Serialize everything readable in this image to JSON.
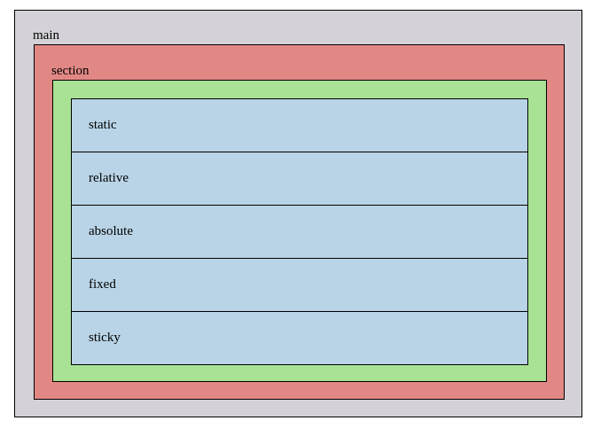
{
  "main": {
    "label": "main"
  },
  "section": {
    "label": "section"
  },
  "items": [
    {
      "label": "static"
    },
    {
      "label": "relative"
    },
    {
      "label": "absolute"
    },
    {
      "label": "fixed"
    },
    {
      "label": "sticky"
    }
  ],
  "colors": {
    "main_bg": "#d4d2d8",
    "section_bg": "#e18885",
    "inner_bg": "#a9e294",
    "item_bg": "#b9d4e6"
  }
}
